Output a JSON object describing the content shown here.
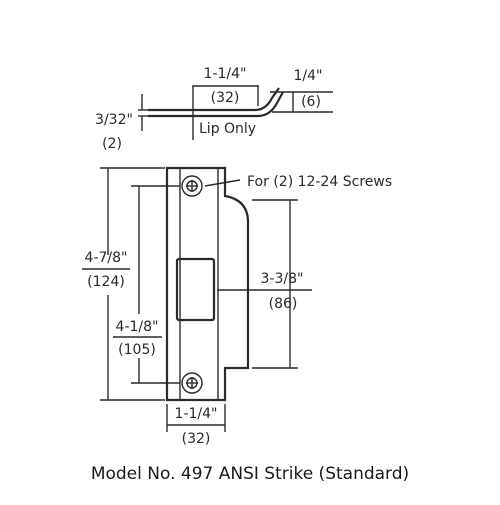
{
  "lip": {
    "width_in": "1-1/4\"",
    "width_mm": "(32)",
    "depth_in": "1/4\"",
    "depth_mm": "(6)",
    "thickness_in": "3/32\"",
    "thickness_mm": "(2)",
    "label": "Lip Only"
  },
  "screws_note": "For (2) 12-24 Screws",
  "overall_height_in": "4-7/8\"",
  "overall_height_mm": "(124)",
  "screw_spacing_in": "4-1/8\"",
  "screw_spacing_mm": "(105)",
  "lip_height_in": "3-3/8\"",
  "lip_height_mm": "(86)",
  "plate_width_in": "1-1/4\"",
  "plate_width_mm": "(32)",
  "caption": "Model No. 497 ANSI Strike (Standard)"
}
